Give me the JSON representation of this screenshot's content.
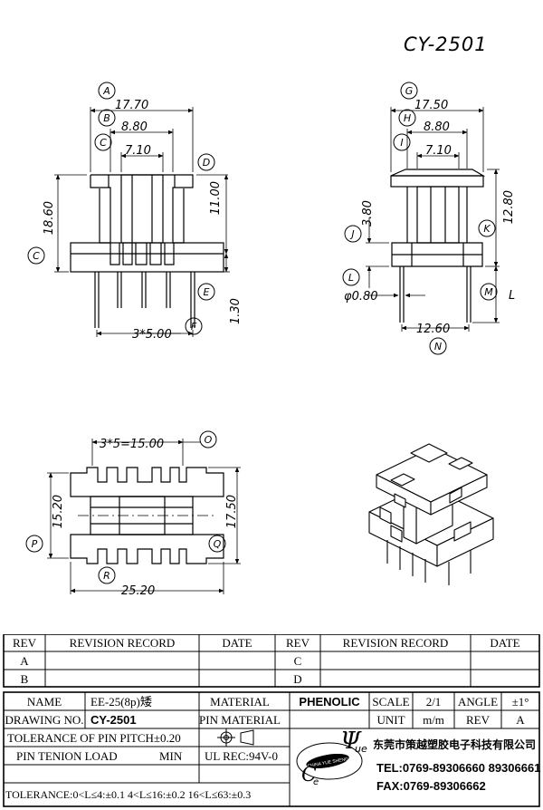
{
  "part_number": "CY-2501",
  "front_view": {
    "dims": {
      "A": "17.70",
      "B": "8.80",
      "C": "7.10",
      "D": "11.00",
      "C2": "18.60",
      "E": "1.30",
      "F": "3*5.00"
    },
    "circles": [
      "A",
      "B",
      "C",
      "D",
      "C",
      "E",
      "F"
    ]
  },
  "side_view": {
    "dims": {
      "G": "17.50",
      "H": "8.80",
      "I": "7.10",
      "J": "3.80",
      "K": "12.80",
      "L": "φ0.80",
      "M": "L",
      "N": "12.60"
    },
    "circles": [
      "G",
      "H",
      "I",
      "J",
      "K",
      "L",
      "M",
      "N"
    ]
  },
  "top_view": {
    "dims": {
      "O": "3*5=15.00",
      "P": "15.20",
      "Q": "17.50",
      "R": "25.20"
    },
    "circles": [
      "O",
      "P",
      "Q",
      "R"
    ]
  },
  "title_block": {
    "rev_header": "REV",
    "revision_record_header": "REVISION RECORD",
    "date_header": "DATE",
    "revs_left": [
      "A",
      "B"
    ],
    "revs_right": [
      "C",
      "D"
    ],
    "name_label": "NAME",
    "name_value": "EE-25(8p)矮",
    "material_label": "MATERIAL",
    "material_value": "PHENOLIC",
    "scale_label": "SCALE",
    "scale_value": "2/1",
    "angle_label": "ANGLE",
    "angle_value": "±1°",
    "drawing_no_label": "DRAWING NO.",
    "drawing_no_value": "CY-2501",
    "pin_material_label": "PIN MATERIAL",
    "unit_label": "UNIT",
    "unit_value": "m/m",
    "rev_label": "REV",
    "rev_value": "A",
    "tol_pitch": "TOLERANCE OF PIN PITCH±0.20",
    "pin_tension": "PIN TENION LOAD",
    "min_label": "MIN",
    "ul_rec": "UL REC:94V-0",
    "tolerance": "TOLERANCE:0<L≤4:±0.1  4<L≤16:±0.2  16<L≤63:±0.3",
    "company": "东莞市策越塑胶电子科技有限公司",
    "tel": "TEL:0769-89306660 89306661",
    "fax": "FAX:0769-89306662",
    "logo_text": "CHINA  YUE  SHENG"
  }
}
